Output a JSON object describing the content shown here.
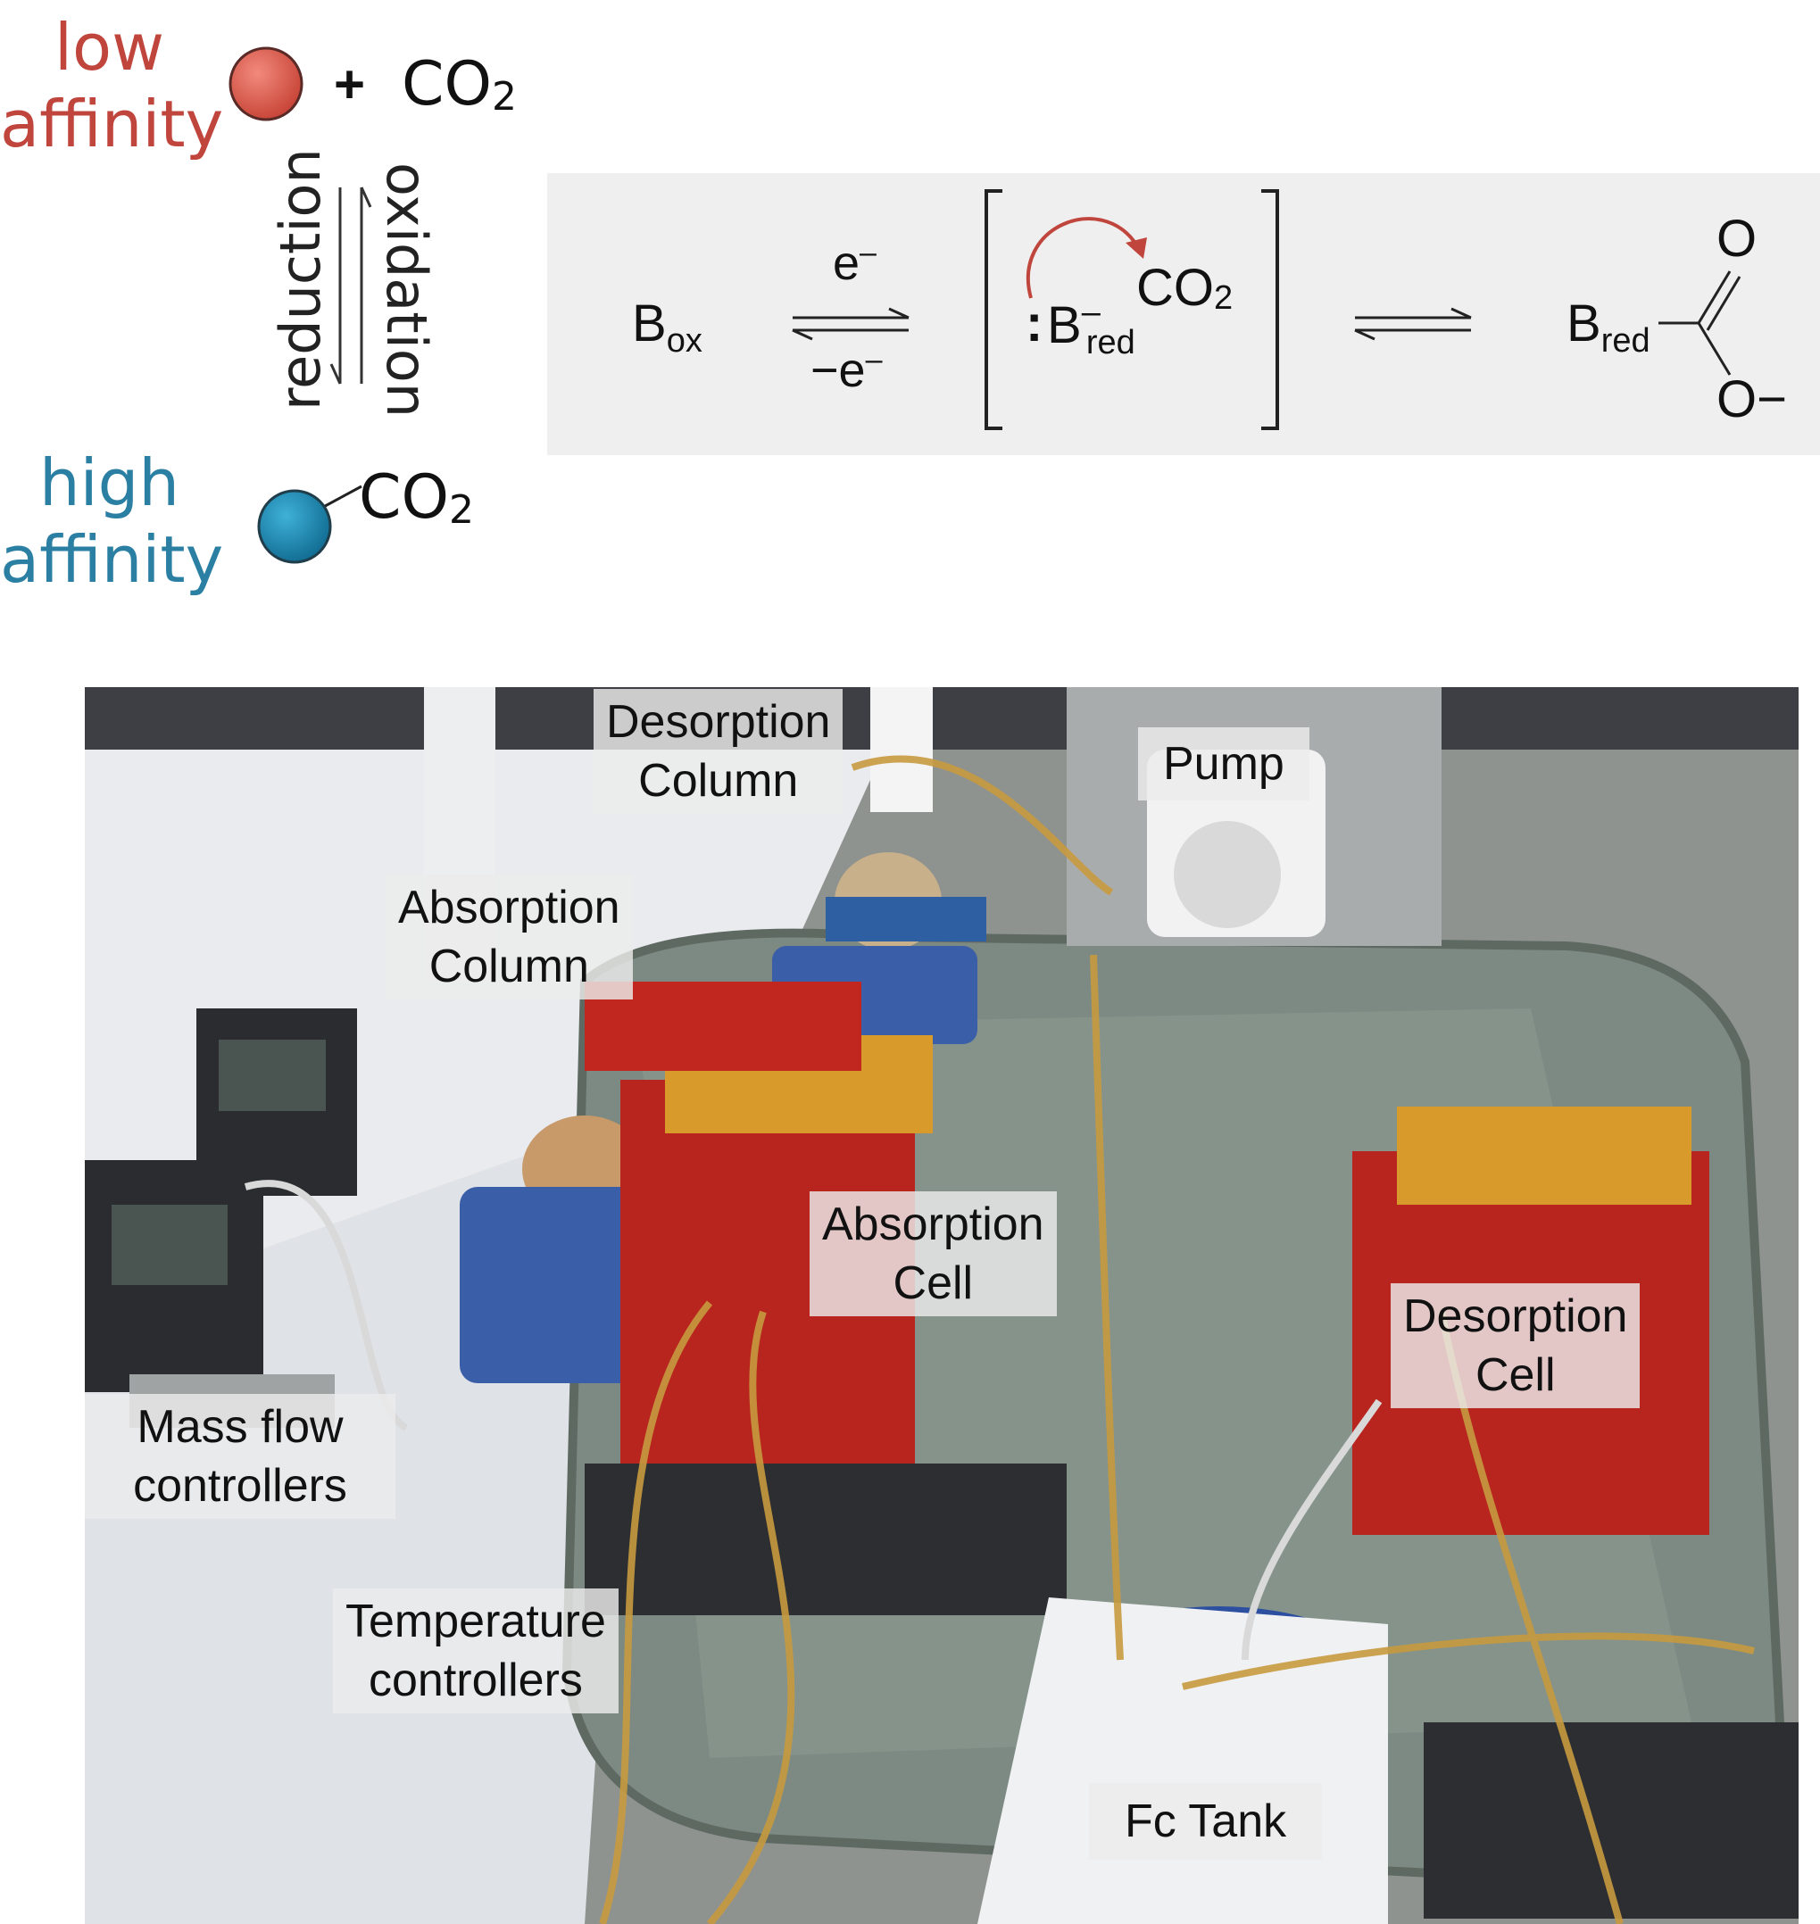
{
  "scheme": {
    "low_affinity": [
      "low",
      "affinity"
    ],
    "high_affinity": [
      "high",
      "affinity"
    ],
    "plus": "+",
    "co2_main": "CO",
    "co2_sub": "2",
    "reduction": "reduction",
    "oxidation": "oxidation",
    "colors": {
      "low": "#c0453c",
      "high": "#2a7fa3",
      "low_ball": "#e06454",
      "high_ball": "#1e8fb8"
    }
  },
  "mechanism": {
    "box_main": "B",
    "box_sub": "ox",
    "electron_fwd": "e",
    "electron_fwd_sup": "–",
    "electron_back": "−e",
    "electron_back_sup": "–",
    "colon": ":",
    "bred_main": "B",
    "bred_sup": "–",
    "bred_sub": "red",
    "co2_main": "CO",
    "co2_sub": "2",
    "product_main": "B",
    "product_sub": "red",
    "oxygen_top": "O",
    "oxygen_bottom": "O−",
    "arrow_color": "#c0453c"
  },
  "photo_labels": {
    "desorption_column": [
      "Desorption",
      "Column"
    ],
    "pump": "Pump",
    "absorption_column": [
      "Absorption",
      "Column"
    ],
    "absorption_cell": [
      "Absorption",
      "Cell"
    ],
    "desorption_cell": [
      "Desorption",
      "Cell"
    ],
    "mass_flow": [
      "Mass flow",
      "controllers"
    ],
    "temperature": [
      "Temperature",
      "controllers"
    ],
    "fc_tank": "Fc Tank"
  }
}
